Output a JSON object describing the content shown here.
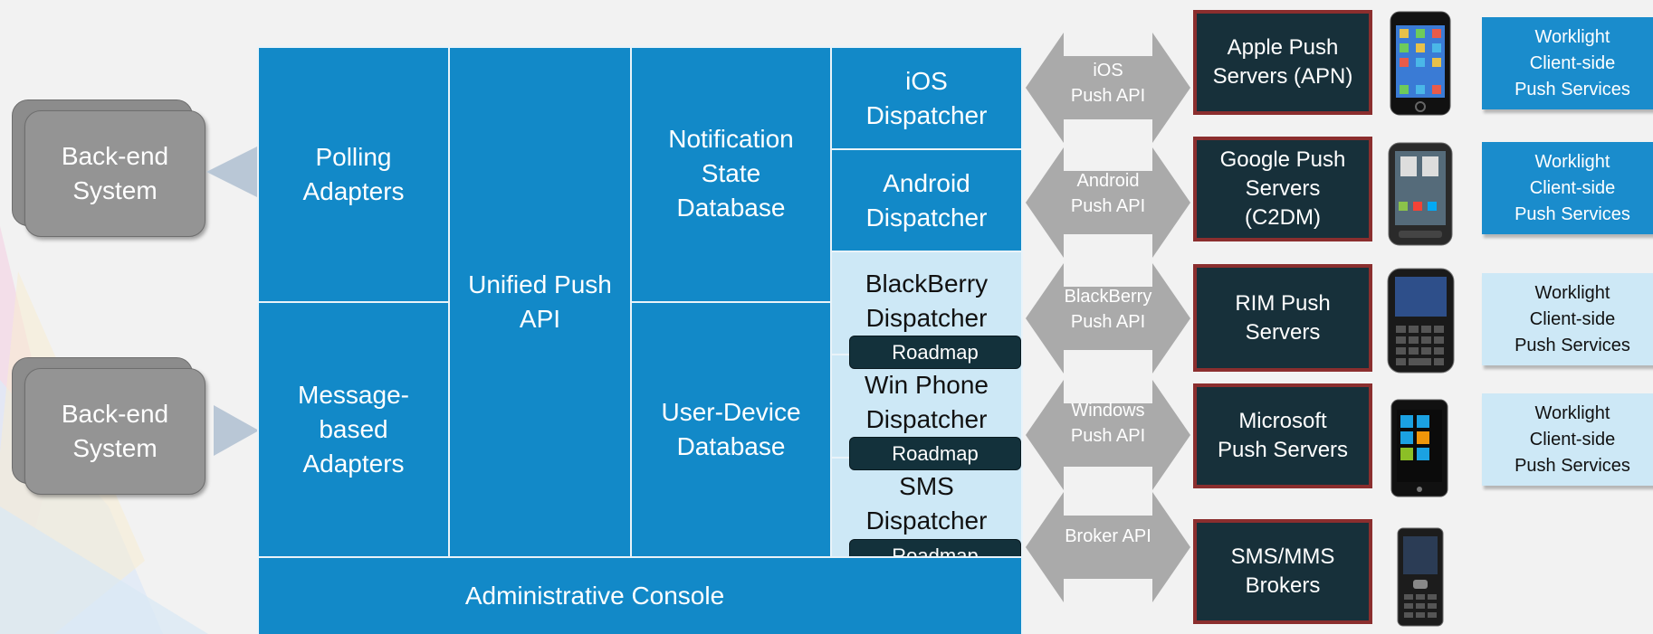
{
  "backends": [
    {
      "label_line1": "Back-end",
      "label_line2": "System"
    },
    {
      "label_line1": "Back-end",
      "label_line2": "System"
    }
  ],
  "adapters": {
    "polling": [
      "Polling",
      "Adapters"
    ],
    "message": [
      "Message-",
      "based",
      "Adapters"
    ]
  },
  "unified_api": [
    "Unified Push",
    "API"
  ],
  "notification_db": [
    "Notification",
    "State",
    "Database"
  ],
  "user_device_db": [
    "User-Device",
    "Database"
  ],
  "dispatchers": [
    {
      "lines": [
        "iOS",
        "Dispatcher"
      ],
      "roadmap": null
    },
    {
      "lines": [
        "Android",
        "Dispatcher"
      ],
      "roadmap": null
    },
    {
      "lines": [
        "BlackBerry",
        "Dispatcher"
      ],
      "roadmap": "Roadmap"
    },
    {
      "lines": [
        "Win Phone",
        "Dispatcher"
      ],
      "roadmap": "Roadmap"
    },
    {
      "lines": [
        "SMS",
        "Dispatcher"
      ],
      "roadmap": "Roadmap"
    }
  ],
  "admin_console": "Administrative Console",
  "push_apis": [
    {
      "lines": [
        "iOS",
        "Push API"
      ]
    },
    {
      "lines": [
        "Android",
        "Push API"
      ]
    },
    {
      "lines": [
        "BlackBerry",
        "Push API"
      ]
    },
    {
      "lines": [
        "Windows",
        "Push API"
      ]
    },
    {
      "lines": [
        "Broker API"
      ]
    }
  ],
  "servers": [
    {
      "lines": [
        "Apple Push",
        "Servers (APN)"
      ]
    },
    {
      "lines": [
        "Google Push",
        "Servers",
        "(C2DM)"
      ]
    },
    {
      "lines": [
        "RIM Push",
        "Servers"
      ]
    },
    {
      "lines": [
        "Microsoft",
        "Push Servers"
      ]
    },
    {
      "lines": [
        "SMS/MMS",
        "Brokers"
      ]
    }
  ],
  "phones": [
    "iphone-icon",
    "android-phone-icon",
    "blackberry-phone-icon",
    "windows-phone-icon",
    "feature-phone-icon"
  ],
  "clients": [
    {
      "lines": [
        "Worklight",
        "Client-side",
        "Push Services"
      ],
      "style": "dark"
    },
    {
      "lines": [
        "Worklight",
        "Client-side",
        "Push Services"
      ],
      "style": "dark"
    },
    {
      "lines": [
        "Worklight",
        "Client-side",
        "Push Services"
      ],
      "style": "light"
    },
    {
      "lines": [
        "Worklight",
        "Client-side",
        "Push Services"
      ],
      "style": "light"
    }
  ],
  "colors": {
    "primary_blue": "#1289c8",
    "light_blue": "#cde8f6",
    "server_fill": "#17303a",
    "server_border": "#8b2e2e",
    "arrow_gray": "#aaaaaa"
  }
}
